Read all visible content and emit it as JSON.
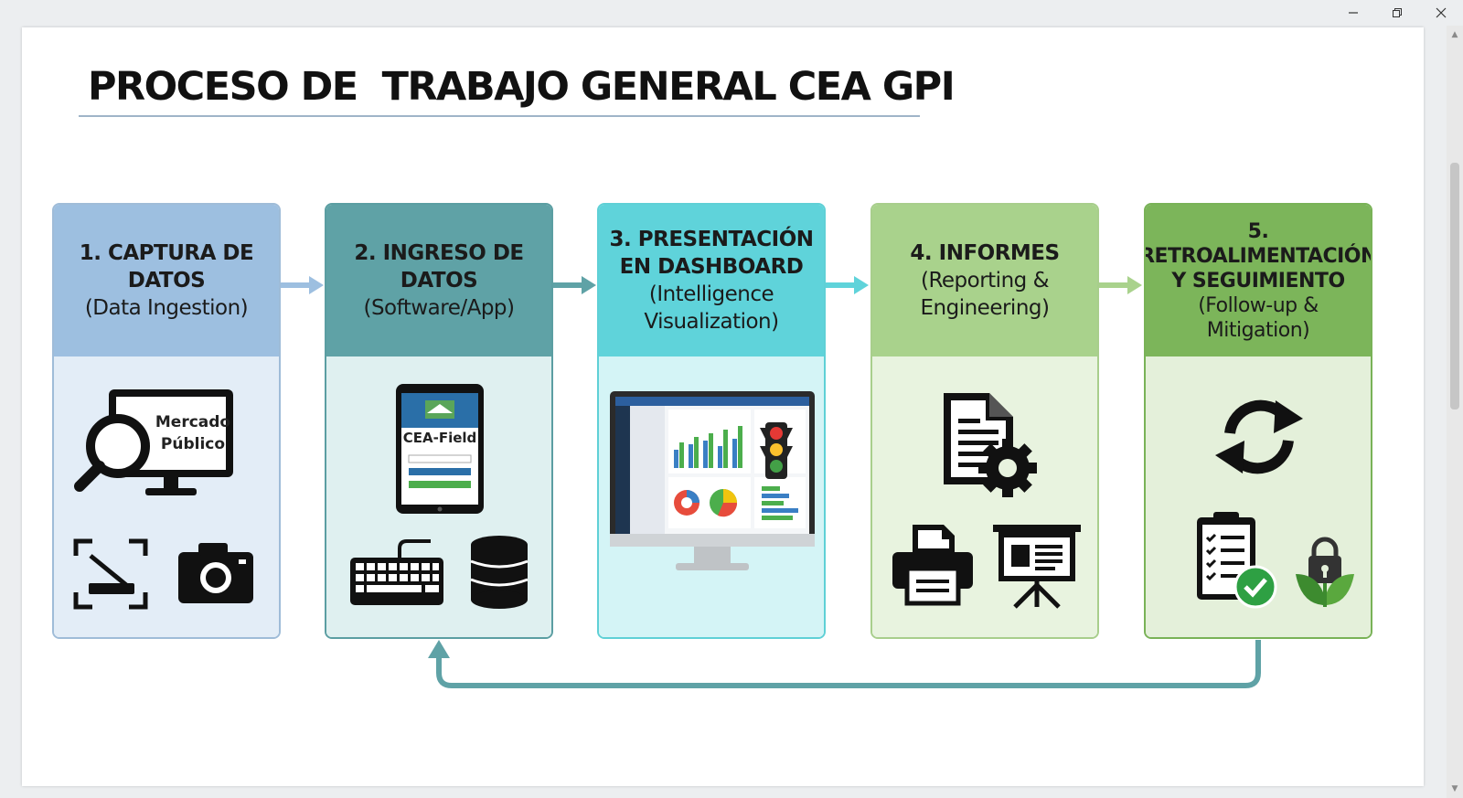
{
  "window": {
    "minimize_icon": "minimize-icon",
    "restore_icon": "restore-icon",
    "close_icon": "close-icon"
  },
  "slide": {
    "title": "PROCESO DE  TRABAJO GENERAL CEA GPI"
  },
  "steps": [
    {
      "title": "1. CAPTURA DE DATOS",
      "subtitle": "(Data Ingestion)",
      "color": "#9dbfe0",
      "icons": [
        "monitor-magnifier-icon",
        "scanner-icon",
        "camera-icon"
      ],
      "monitor_text_line1": "Mercado",
      "monitor_text_line2": "Público"
    },
    {
      "title": "2. INGRESO DE DATOS",
      "subtitle": "(Software/App)",
      "color": "#5fa2a6",
      "icons": [
        "tablet-app-icon",
        "keyboard-icon",
        "database-icon"
      ],
      "app_name": "CEA-Field"
    },
    {
      "title_line1": "3. PRESENTACIÓN",
      "title_line2": "EN DASHBOARD",
      "subtitle_line1": "(Intelligence",
      "subtitle_line2": "Visualization)",
      "color": "#5fd3da",
      "icons": [
        "dashboard-monitor-icon",
        "traffic-light-icon"
      ]
    },
    {
      "title": "4. INFORMES",
      "subtitle_line1": "(Reporting &",
      "subtitle_line2": "Engineering)",
      "color": "#a9d28c",
      "icons": [
        "document-gear-icon",
        "printer-icon",
        "presentation-board-icon"
      ]
    },
    {
      "title_line1": "5.",
      "title_line2": "RETROALIMENTACIÓN",
      "title_line3": "Y SEGUIMIENTO",
      "subtitle_line1": "(Follow-up &",
      "subtitle_line2": "Mitigation)",
      "color": "#7cb55a",
      "icons": [
        "refresh-cycle-icon",
        "clipboard-check-icon",
        "lock-leaf-icon"
      ]
    }
  ],
  "connectors": {
    "flow_arrows": 4,
    "feedback_loop": "from step 5 back to step 2",
    "loop_color": "#5fa2a6"
  }
}
